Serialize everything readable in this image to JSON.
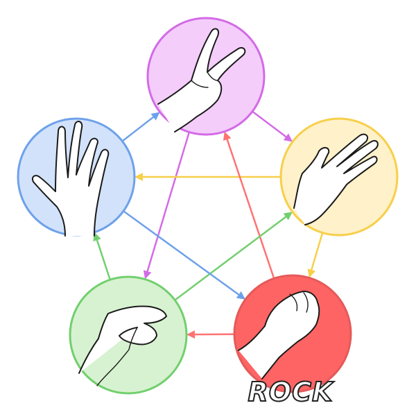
{
  "diagram": {
    "selected_label": "ROCK",
    "selected_node": "rock",
    "nodes": [
      {
        "id": "scissors",
        "gesture": "scissors-hand-icon",
        "fill": "#f4cdfb",
        "stroke": "#d36be6"
      },
      {
        "id": "paper",
        "gesture": "paper-hand-icon",
        "fill": "#fff1c9",
        "stroke": "#f7cf4a"
      },
      {
        "id": "rock",
        "gesture": "rock-fist-icon",
        "fill": "#ff6464",
        "stroke": "#e45a5a"
      },
      {
        "id": "lizard",
        "gesture": "lizard-hand-icon",
        "fill": "#d7f2d0",
        "stroke": "#72cf6e"
      },
      {
        "id": "spock",
        "gesture": "spock-hand-icon",
        "fill": "#d2e2fb",
        "stroke": "#6ea1ea"
      }
    ],
    "edges": [
      {
        "from": "scissors",
        "to": "paper",
        "color": "#d36be6"
      },
      {
        "from": "scissors",
        "to": "lizard",
        "color": "#d36be6"
      },
      {
        "from": "paper",
        "to": "spock",
        "color": "#f7cf4a"
      },
      {
        "from": "paper",
        "to": "rock",
        "color": "#f7cf4a"
      },
      {
        "from": "rock",
        "to": "scissors",
        "color": "#ff7272"
      },
      {
        "from": "rock",
        "to": "lizard",
        "color": "#ff7272"
      },
      {
        "from": "lizard",
        "to": "spock",
        "color": "#72cf6e"
      },
      {
        "from": "lizard",
        "to": "paper",
        "color": "#72cf6e"
      },
      {
        "from": "spock",
        "to": "scissors",
        "color": "#6ea1ea"
      },
      {
        "from": "spock",
        "to": "rock",
        "color": "#6ea1ea"
      }
    ]
  }
}
